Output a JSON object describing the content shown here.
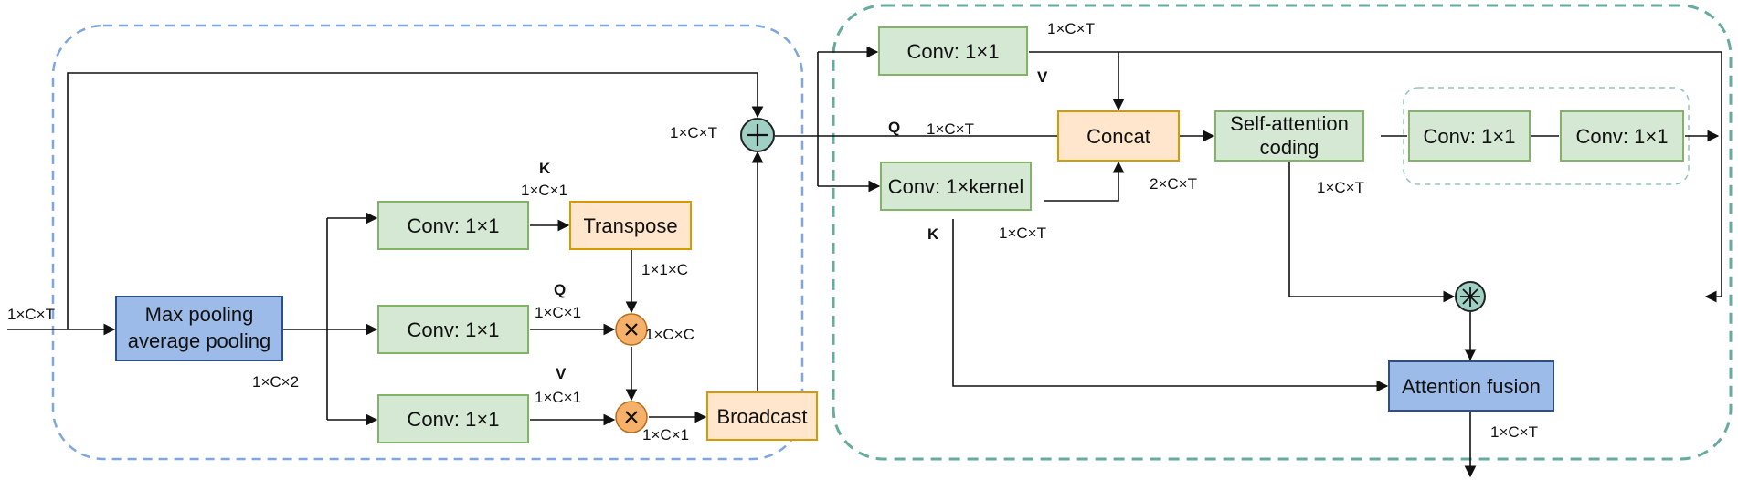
{
  "colors": {
    "green_fill": "#d5e8d4",
    "green_stroke": "#82b366",
    "orange_fill": "#ffe6cc",
    "orange_stroke": "#d79b00",
    "blue_fill": "#9dbbe9",
    "blue_stroke": "#2b4f86",
    "left_dash": "#7ea6e0",
    "right_dash": "#67ab9f",
    "plus_fill": "#9fd0c4",
    "mul_fill": "#f5b06a"
  },
  "left": {
    "pool_lines": [
      "Max pooling",
      "average pooling"
    ],
    "conv_k": "Conv: 1×1",
    "conv_q": "Conv: 1×1",
    "conv_v": "Conv: 1×1",
    "transpose": "Transpose",
    "broadcast": "Broadcast",
    "labels": {
      "in": "1×C×T",
      "pool_out": "1×C×2",
      "k": "K",
      "k_dim": "1×C×1",
      "transpose_dim": "1×1×C",
      "q": "Q",
      "q_dim": "1×C×1",
      "mul1_dim": "1×C×C",
      "v": "V",
      "v_dim": "1×C×1",
      "mul2_dim": "1×C×1",
      "plus_dim": "1×C×T"
    }
  },
  "right": {
    "conv_v": "Conv: 1×1",
    "concat": "Concat",
    "conv_k": "Conv: 1×kernel",
    "sa_lines": [
      "Self-attention",
      "coding"
    ],
    "conv_a": "Conv: 1×1",
    "conv_b": "Conv: 1×1",
    "fusion": "Attention fusion",
    "labels": {
      "v_dim": "1×C×T",
      "v": "V",
      "q": "Q",
      "q_dim": "1×C×T",
      "concat_dim": "2×C×T",
      "k": "K",
      "k_dim": "1×C×T",
      "sa_dim": "1×C×T",
      "out_dim": "1×C×T"
    }
  },
  "icons": {
    "plus": "circle-plus-icon",
    "multiply": "circle-times-icon",
    "star": "circle-asterisk-icon"
  }
}
